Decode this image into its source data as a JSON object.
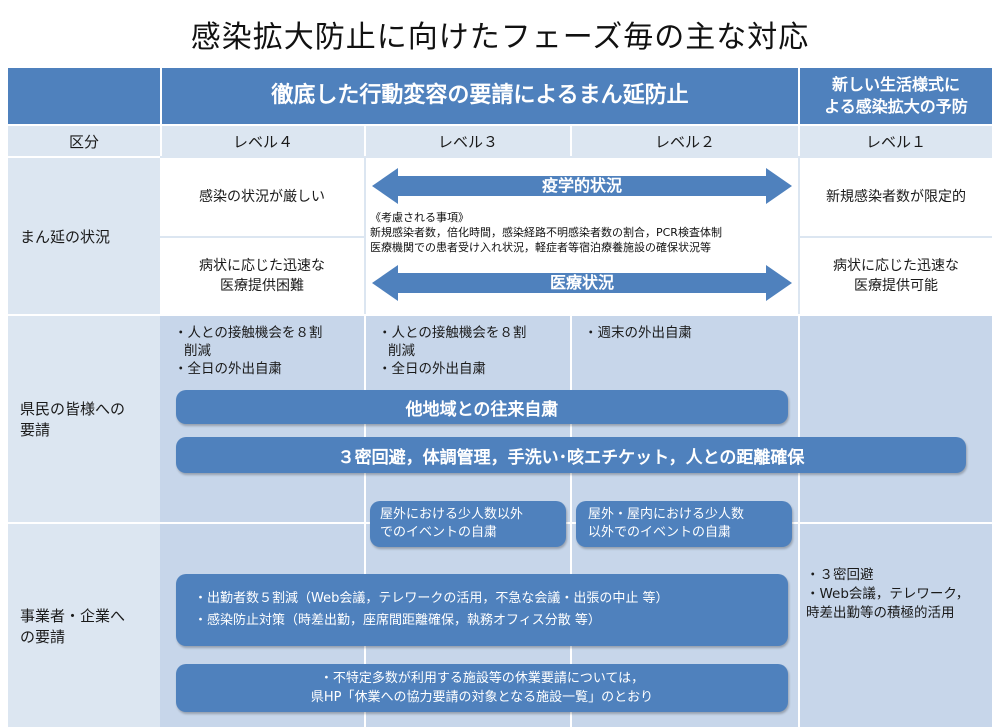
{
  "title": "感染拡大防止に向けたフェーズ毎の主な対応",
  "header": {
    "main": "徹底した行動変容の要請によるまん延防止",
    "right_line1": "新しい生活様式に",
    "right_line2": "よる感染拡大の予防"
  },
  "levels": {
    "kubun": "区分",
    "l4": "レベル４",
    "l3": "レベル３",
    "l2": "レベル２",
    "l1": "レベル１"
  },
  "situation": {
    "label": "まん延の状況",
    "l4_infection": "感染の状況が厳しい",
    "l4_medical_1": "病状に応じた迅速な",
    "l4_medical_2": "医療提供困難",
    "arrow_epi": "疫学的状況",
    "arrow_med": "医療状況",
    "note_title": "《考慮される事項》",
    "note_line1": "新規感染者数，倍化時間，感染経路不明感染者数の割合，PCR検査体制",
    "note_line2": "医療機関での患者受け入れ状況，軽症者等宿泊療養施設の確保状況等",
    "l1_infection": "新規感染者数が限定的",
    "l1_medical_1": "病状に応じた迅速な",
    "l1_medical_2": "医療提供可能"
  },
  "residents": {
    "label_1": "県民の皆様への",
    "label_2": "要請",
    "l4_item1_a": "・人との接触機会を８割",
    "l4_item1_b": "削減",
    "l4_item2": "・全日の外出自粛",
    "l3_item1_a": "・人との接触機会を８割",
    "l3_item1_b": "削減",
    "l3_item2": "・全日の外出自粛",
    "l2_item1": "・週末の外出自粛",
    "bar_travel": "他地域との往来自粛",
    "bar_basic": "３密回避，体調管理，手洗い･咳エチケット，人との距離確保",
    "l3_event_1": "屋外における少人数以外",
    "l3_event_2": "でのイベントの自粛",
    "l2_event_1": "屋外・屋内における少人数",
    "l2_event_2": "以外でのイベントの自粛"
  },
  "business": {
    "label_1": "事業者・企業へ",
    "label_2": "の要請",
    "bar1_line1": "・出勤者数５割減（Web会議，テレワークの活用，不急な会議・出張の中止 等）",
    "bar1_line2": "・感染防止対策（時差出勤，座席間距離確保，執務オフィス分散 等）",
    "bar2_line1": "・不特定多数が利用する施設等の休業要請については，",
    "bar2_line2": "県HP「休業への協力要請の対象となる施設一覧」のとおり",
    "l1_item1": "・３密回避",
    "l1_item2": "・Web会議，テレワーク，",
    "l1_item3": "時差出勤等の積極的活用"
  },
  "colors": {
    "accent": "#4f81bd",
    "light": "#dce6f1",
    "mid": "#c7d6ea"
  }
}
